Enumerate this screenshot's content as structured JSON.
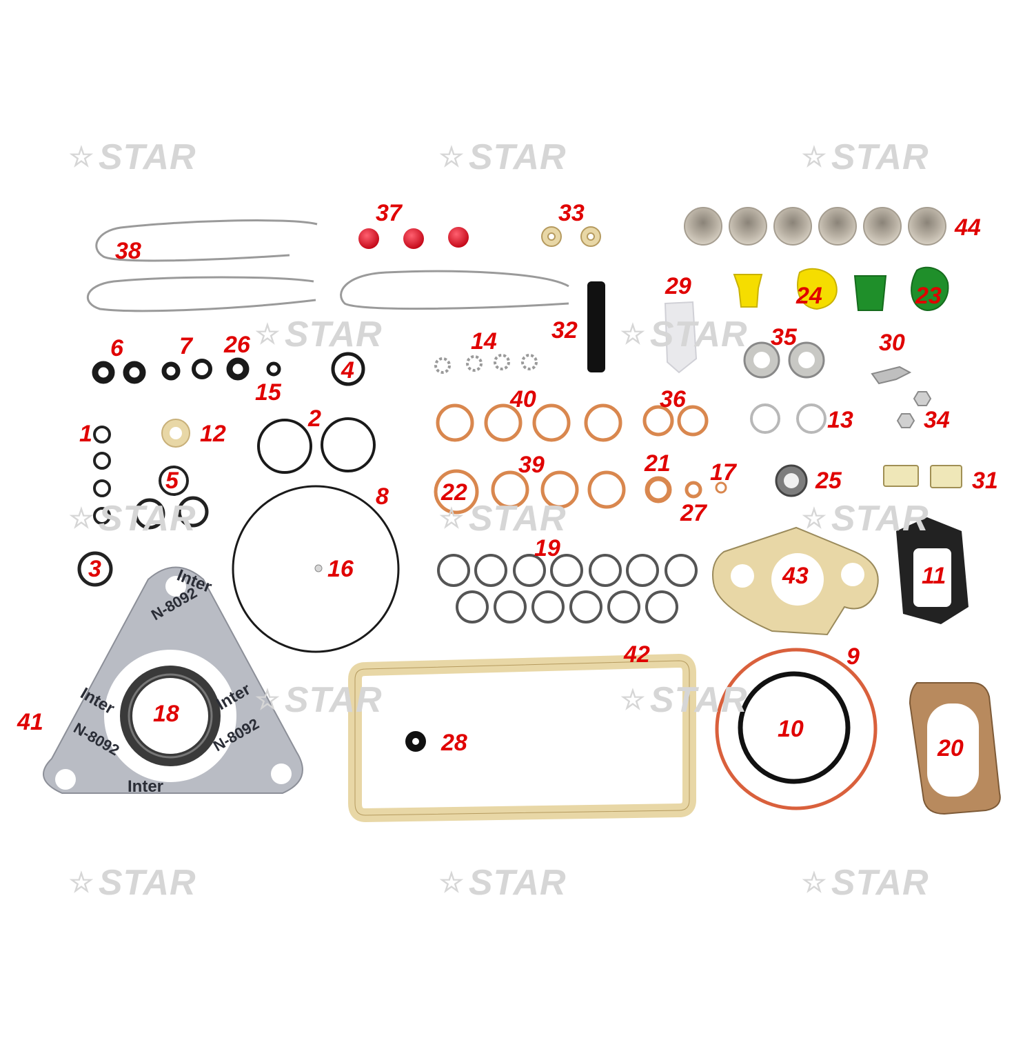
{
  "watermark": {
    "text": "STAR",
    "star_icon": "star-icon",
    "color": "#d6d6d6"
  },
  "colors": {
    "callout": "#e00000",
    "rubber": "#1a1a1a",
    "copper": "#d9874e",
    "fiber": "#e8d7a6",
    "gasket_gray": "#b9bcc4",
    "yellow": "#f5dd00",
    "green": "#1f8f2a",
    "red_cap": "#e0192a",
    "beige_cup": "#c9c1b4"
  },
  "gasket_print": {
    "brand": "Inter",
    "code": "N-8092"
  },
  "callouts": [
    "1",
    "2",
    "3",
    "4",
    "5",
    "6",
    "7",
    "8",
    "9",
    "10",
    "11",
    "12",
    "13",
    "14",
    "15",
    "16",
    "17",
    "18",
    "19",
    "20",
    "21",
    "22",
    "23",
    "24",
    "25",
    "26",
    "27",
    "28",
    "29",
    "30",
    "31",
    "32",
    "33",
    "34",
    "35",
    "36",
    "37",
    "38",
    "39",
    "40",
    "41",
    "42",
    "43",
    "44"
  ]
}
